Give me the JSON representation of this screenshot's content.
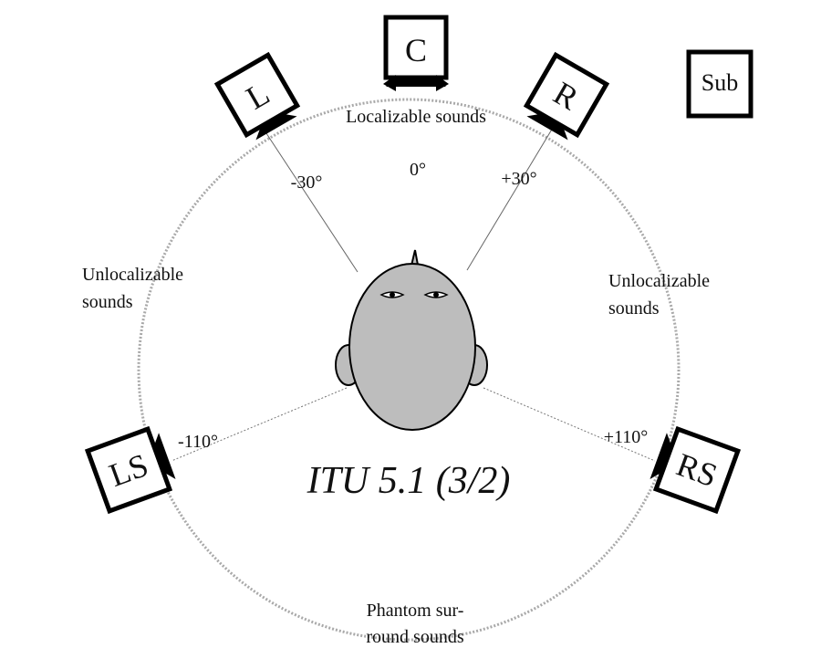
{
  "diagram": {
    "title": "ITU 5.1 (3/2)",
    "speakers": [
      {
        "id": "C",
        "label": "C"
      },
      {
        "id": "L",
        "label": "L"
      },
      {
        "id": "R",
        "label": "R"
      },
      {
        "id": "LS",
        "label": "LS"
      },
      {
        "id": "RS",
        "label": "RS"
      },
      {
        "id": "Sub",
        "label": "Sub"
      }
    ],
    "angles": {
      "center": "0°",
      "left": "-30°",
      "right": "+30°",
      "left_surround": "-110°",
      "right_surround": "+110°"
    },
    "regions": {
      "front": "Localizable sounds",
      "left_line1": "Unlocalizable",
      "left_line2": "sounds",
      "right_line1": "Unlocalizable",
      "right_line2": "sounds",
      "rear_line1": "Phantom sur-",
      "rear_line2": "round sounds"
    },
    "colors": {
      "stroke": "#000000",
      "circle": "#aaaaaa",
      "head_fill": "#bdbdbd"
    }
  }
}
